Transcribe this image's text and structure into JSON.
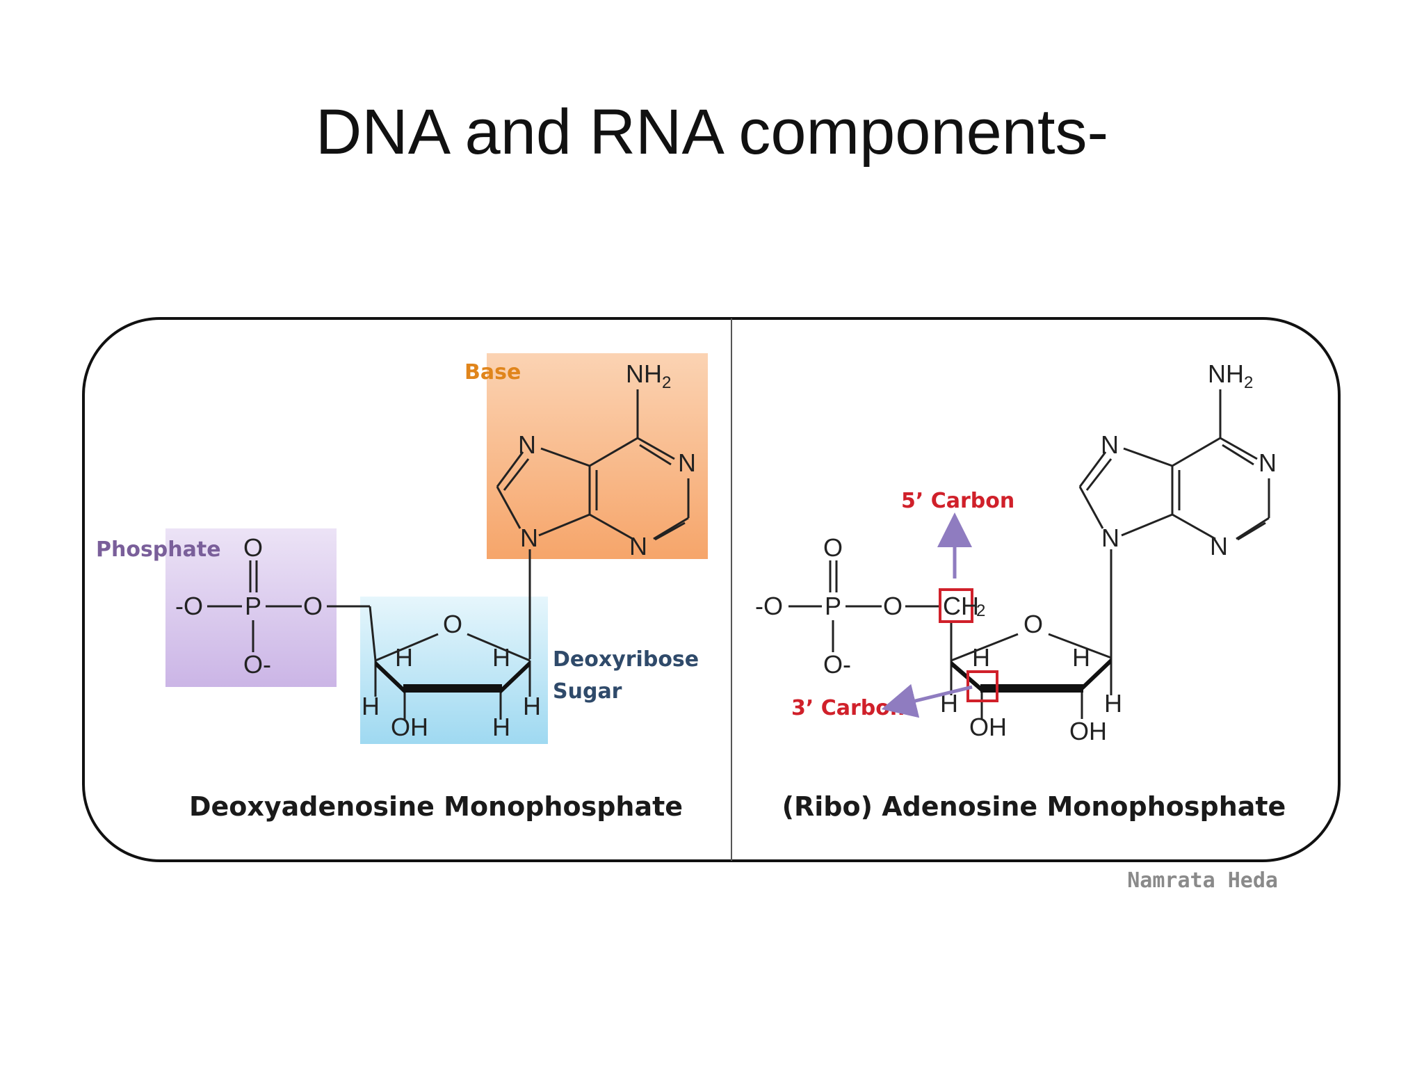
{
  "title": "DNA and RNA components-",
  "left_panel": {
    "caption": "Deoxyadenosine Monophosphate",
    "labels": {
      "base": "Base",
      "phosphate": "Phosphate",
      "sugar_line1": "Deoxyribose",
      "sugar_line2": "Sugar"
    },
    "atoms": {
      "nh2": "NH",
      "nh2_sub": "2",
      "n": "N",
      "o": "O",
      "p": "P",
      "o_neg_left": "-O",
      "o_neg_bottom": "O-",
      "h": "H",
      "oh": "OH"
    }
  },
  "right_panel": {
    "caption": "(Ribo) Adenosine Monophosphate",
    "labels": {
      "carbon5": "5’ Carbon",
      "carbon3": "3’ Carbon",
      "ch2": "CH",
      "ch2_sub": "2"
    },
    "atoms": {
      "nh2": "NH",
      "nh2_sub": "2",
      "n": "N",
      "o": "O",
      "p": "P",
      "o_neg_left": "-O",
      "o_neg_bottom": "O-",
      "h": "H",
      "oh": "OH"
    }
  },
  "watermark": "Namrata Heda",
  "colors": {
    "base_box": "#f7b98a",
    "phosphate_box": "#d9c8ec",
    "sugar_box": "#bfe6f5",
    "label_base": "#e0851c",
    "label_phosphate": "#7a5f9a",
    "label_sugar": "#2f4a6a",
    "label_carbon": "#d0202a",
    "arrow": "#8f7cc0",
    "highlight_box": "#d0202a"
  }
}
